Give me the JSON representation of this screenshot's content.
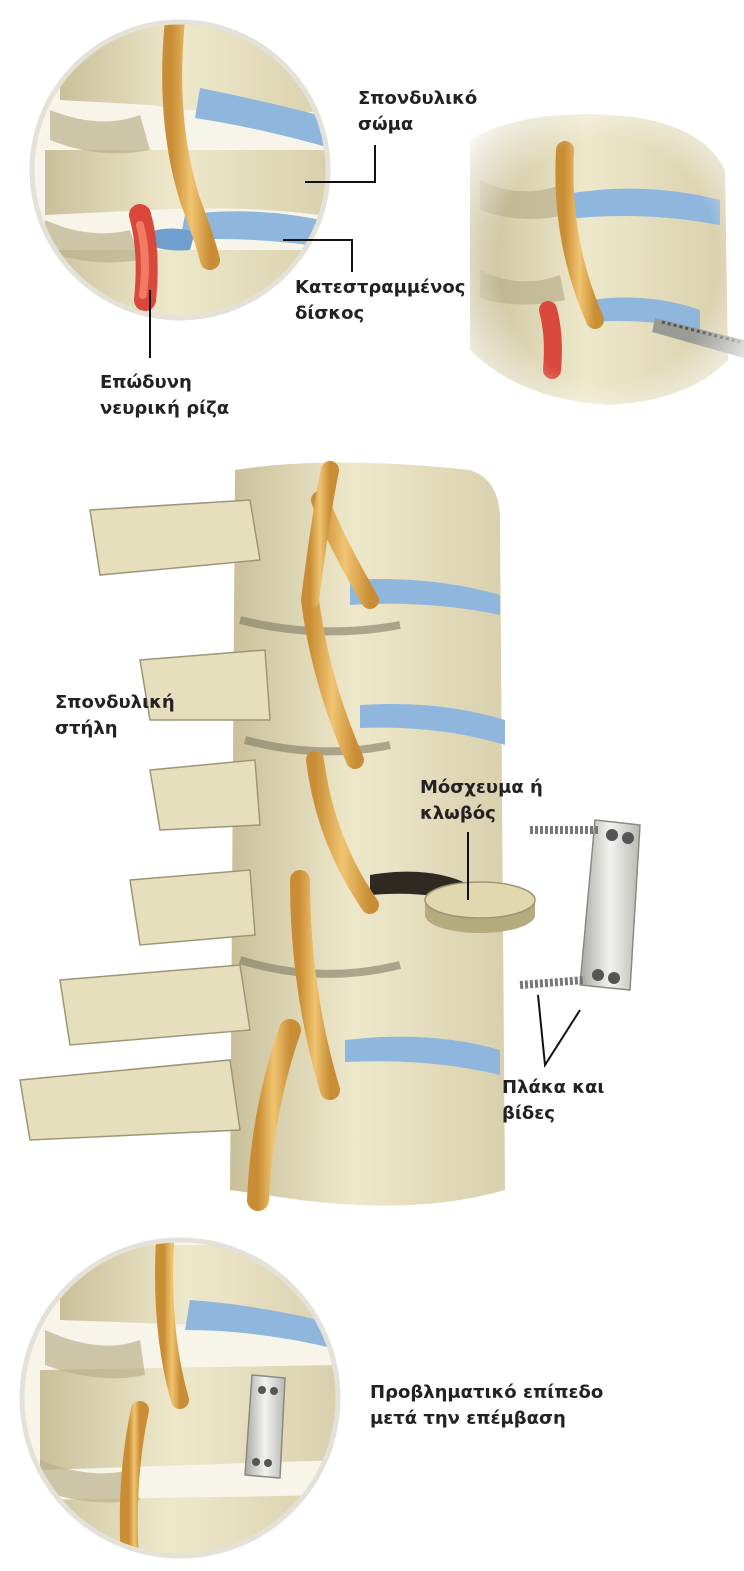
{
  "labels": {
    "vertebral_body": [
      "Σπονδυλικό",
      "σώμα"
    ],
    "damaged_disc": [
      "Κατεστραμμένος",
      "δίσκος"
    ],
    "painful_nerve_root": [
      "Επώδυνη",
      "νευρική ρίζα"
    ],
    "spinal_column": [
      "Σπονδυλική",
      "στήλη"
    ],
    "graft_or_cage": [
      "Μόσχευμα ή",
      "κλωβός"
    ],
    "plate_and_screws": [
      "Πλάκα και",
      "βίδες"
    ],
    "problem_level_after": [
      "Προβληματικό επίπεδο",
      "μετά την επέμβαση"
    ]
  },
  "colors": {
    "bone": "#ece6c8",
    "bone_shadow": "#b9b08c",
    "bone_dark": "#7f7a62",
    "disc": "#8fb6dc",
    "nerve": "#e7b257",
    "nerve_dark": "#b9842e",
    "inflamed": "#d9483a",
    "plate": "#d8d8d4",
    "leader": "#111111"
  }
}
